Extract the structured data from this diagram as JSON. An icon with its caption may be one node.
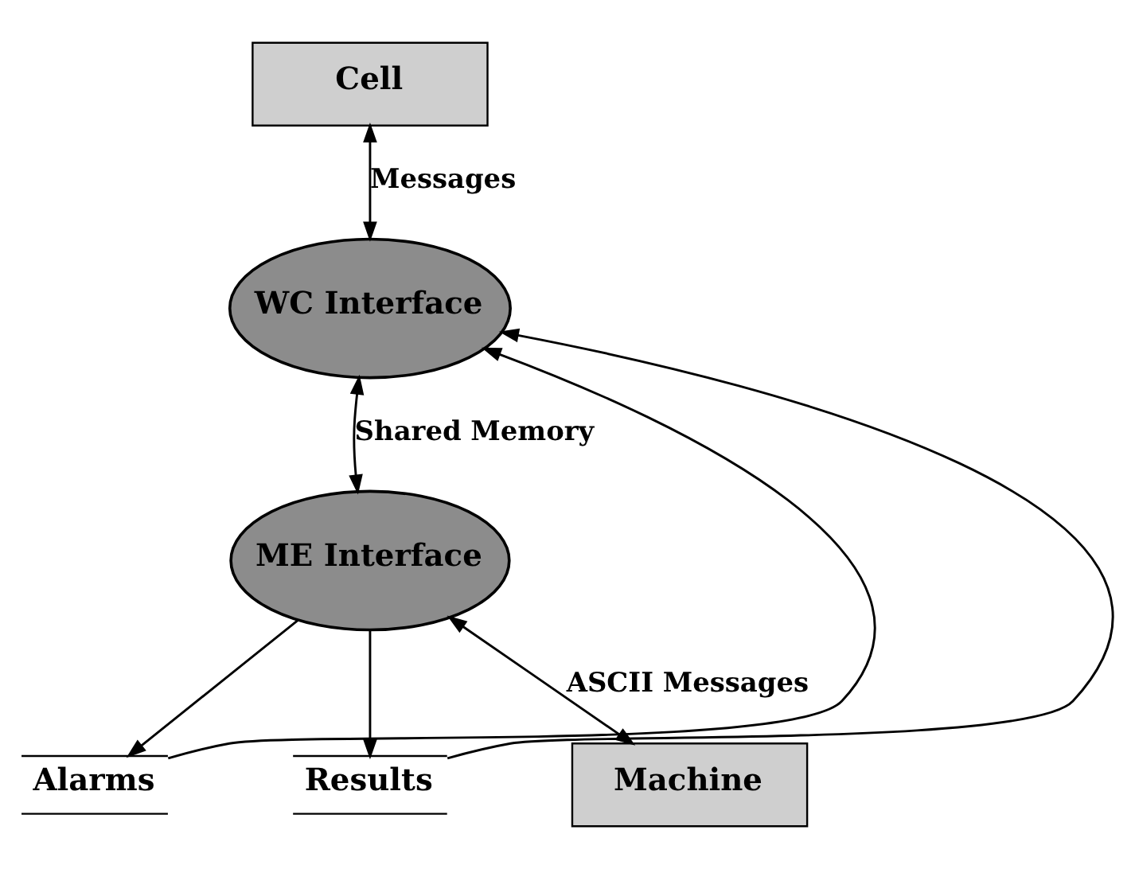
{
  "diagram": {
    "nodes": [
      {
        "text": [
          "Cell"
        ]
      },
      {
        "text": [
          "WC Interface"
        ]
      },
      {
        "text": [
          "Alarms"
        ]
      },
      {
        "text": [
          "Results"
        ]
      },
      {
        "text": [
          "ME Interface"
        ]
      },
      {
        "text": [
          "Machine"
        ]
      }
    ],
    "edges": [
      {
        "from": 0,
        "to": 1,
        "arrow": "both",
        "label": "Messages"
      },
      {
        "from": 1,
        "to": 4,
        "arrow": "both",
        "label": "Shared Memory"
      },
      {
        "from": 2,
        "to": 1,
        "arrow": "to"
      },
      {
        "from": 3,
        "to": 1,
        "arrow": "to"
      },
      {
        "from": 4,
        "to": 2,
        "arrow": "to"
      },
      {
        "from": 4,
        "to": 3,
        "arrow": "to"
      },
      {
        "from": 4,
        "to": 5,
        "arrow": "both",
        "label": "ASCII Messages"
      }
    ]
  }
}
